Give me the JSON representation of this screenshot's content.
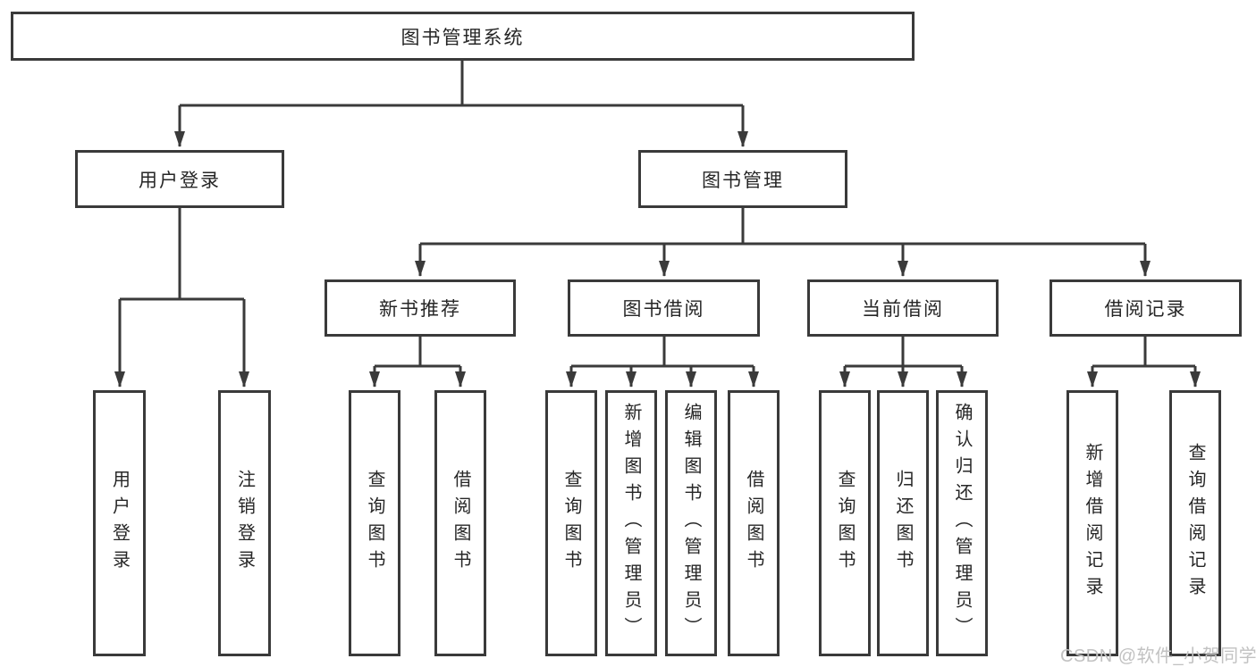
{
  "diagram": {
    "root": {
      "label": "图书管理系统"
    },
    "level2": [
      "用户登录",
      "图书管理"
    ],
    "level3": [
      "新书推荐",
      "图书借阅",
      "当前借阅",
      "借阅记录"
    ],
    "leaves": {
      "user_login": [
        "用户登录",
        "注销登录"
      ],
      "new_book_recommend": [
        "查询图书",
        "借阅图书"
      ],
      "book_borrowing": [
        "查询图书",
        "新增图书（管理员）",
        "编辑图书（管理员）",
        "借阅图书"
      ],
      "current_borrowing": [
        "查询图书",
        "归还图书",
        "确认归还（管理员）"
      ],
      "borrowing_records": [
        "新增借阅记录",
        "查询借阅记录"
      ]
    },
    "watermark": "CSDN @软件_小贺同学",
    "colors": {
      "line": "#3a3a3a",
      "text": "#262626",
      "background": "#ffffff",
      "watermark": "#c2c2c2"
    }
  }
}
